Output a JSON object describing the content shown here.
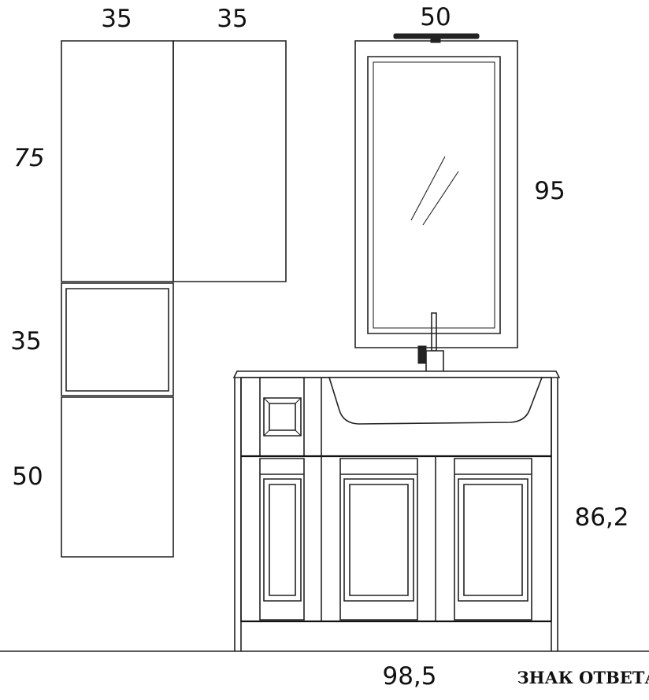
{
  "diagram": {
    "dimensions": {
      "cabinet_left_width": "35",
      "cabinet_right_width": "35",
      "mirror_width": "50",
      "wall_cabinet_height": "75",
      "shelf_height": "35",
      "tall_cabinet_lower_height": "50",
      "mirror_height": "95",
      "vanity_height": "86,2",
      "vanity_width": "98,5"
    },
    "watermark": "ЗНАК ОТВЕТА"
  }
}
